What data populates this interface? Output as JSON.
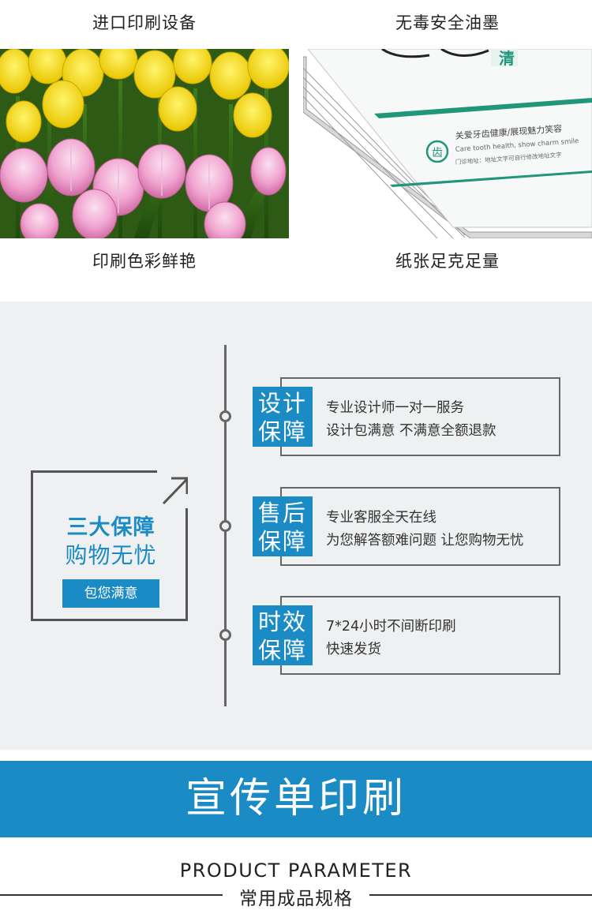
{
  "features": {
    "imported_equipment": "进口印刷设备",
    "nontoxic_ink": "无毒安全油墨",
    "vivid_colors": "印刷色彩鲜艳",
    "sufficient_paper": "纸张足克足量"
  },
  "guarantee": {
    "title_line1": "三大保障",
    "title_line2": "购物无忧",
    "button": "包您满意",
    "items": [
      {
        "badge_top": "设计",
        "badge_bottom": "保障",
        "line1": "专业设计师一对一服务",
        "line2": "设计包满意   不满意全额退款"
      },
      {
        "badge_top": "售后",
        "badge_bottom": "保障",
        "line1": "专业客服全天在线",
        "line2": "为您解答额难问题   让您购物无忧"
      },
      {
        "badge_top": "时效",
        "badge_bottom": "保障",
        "line1": "7*24小时不间断印刷",
        "line2": "快速发货"
      }
    ]
  },
  "banner": {
    "title": "宣传单印刷"
  },
  "parameter": {
    "title_en": "PRODUCT PARAMETER",
    "title_cn": "常用成品规格"
  },
  "paper_sample": {
    "line1": "关爱牙齿健康/展现魅力笑容",
    "line2": "Care tooth health, show charm smile",
    "line3": "门诊地址：地址文字可自行修改地址文字"
  },
  "colors": {
    "accent": "#1b8bc6",
    "band_bg": "#eef0f1",
    "line": "#666666"
  }
}
